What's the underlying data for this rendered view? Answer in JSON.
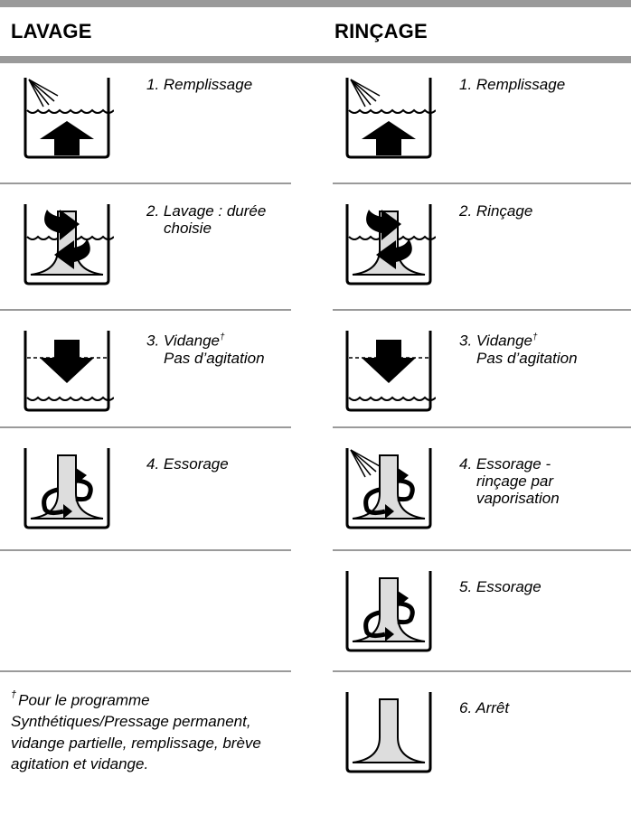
{
  "headers": {
    "lavage": "LAVAGE",
    "rincage": "RINÇAGE"
  },
  "lavage": {
    "step1": "1. Remplissage",
    "step2_line1": "2. Lavage : durée",
    "step2_line2": "choisie",
    "step3_line1": "3. Vidange",
    "step3_line2": "Pas d’agitation",
    "step4": "4. Essorage"
  },
  "rincage": {
    "step1": "1. Remplissage",
    "step2": "2. Rinçage",
    "step3_line1": "3. Vidange",
    "step3_line2": "Pas d’agitation",
    "step4_line1": "4. Essorage -",
    "step4_line2": "rinçage par",
    "step4_line3": "vaporisation",
    "step5": "5. Essorage",
    "step6": "6. Arrêt"
  },
  "dagger": "†",
  "footnote": "Pour le programme Synthétiques/Pressage permanent, vidange partielle, remplissage, brève agitation et vidange.",
  "icons": {
    "fill": "fill-tub-icon",
    "agitate": "agitate-tub-icon",
    "drain": "drain-tub-icon",
    "spin": "spin-tub-icon",
    "spray_spin": "spray-spin-tub-icon",
    "stop": "stop-tub-icon"
  }
}
